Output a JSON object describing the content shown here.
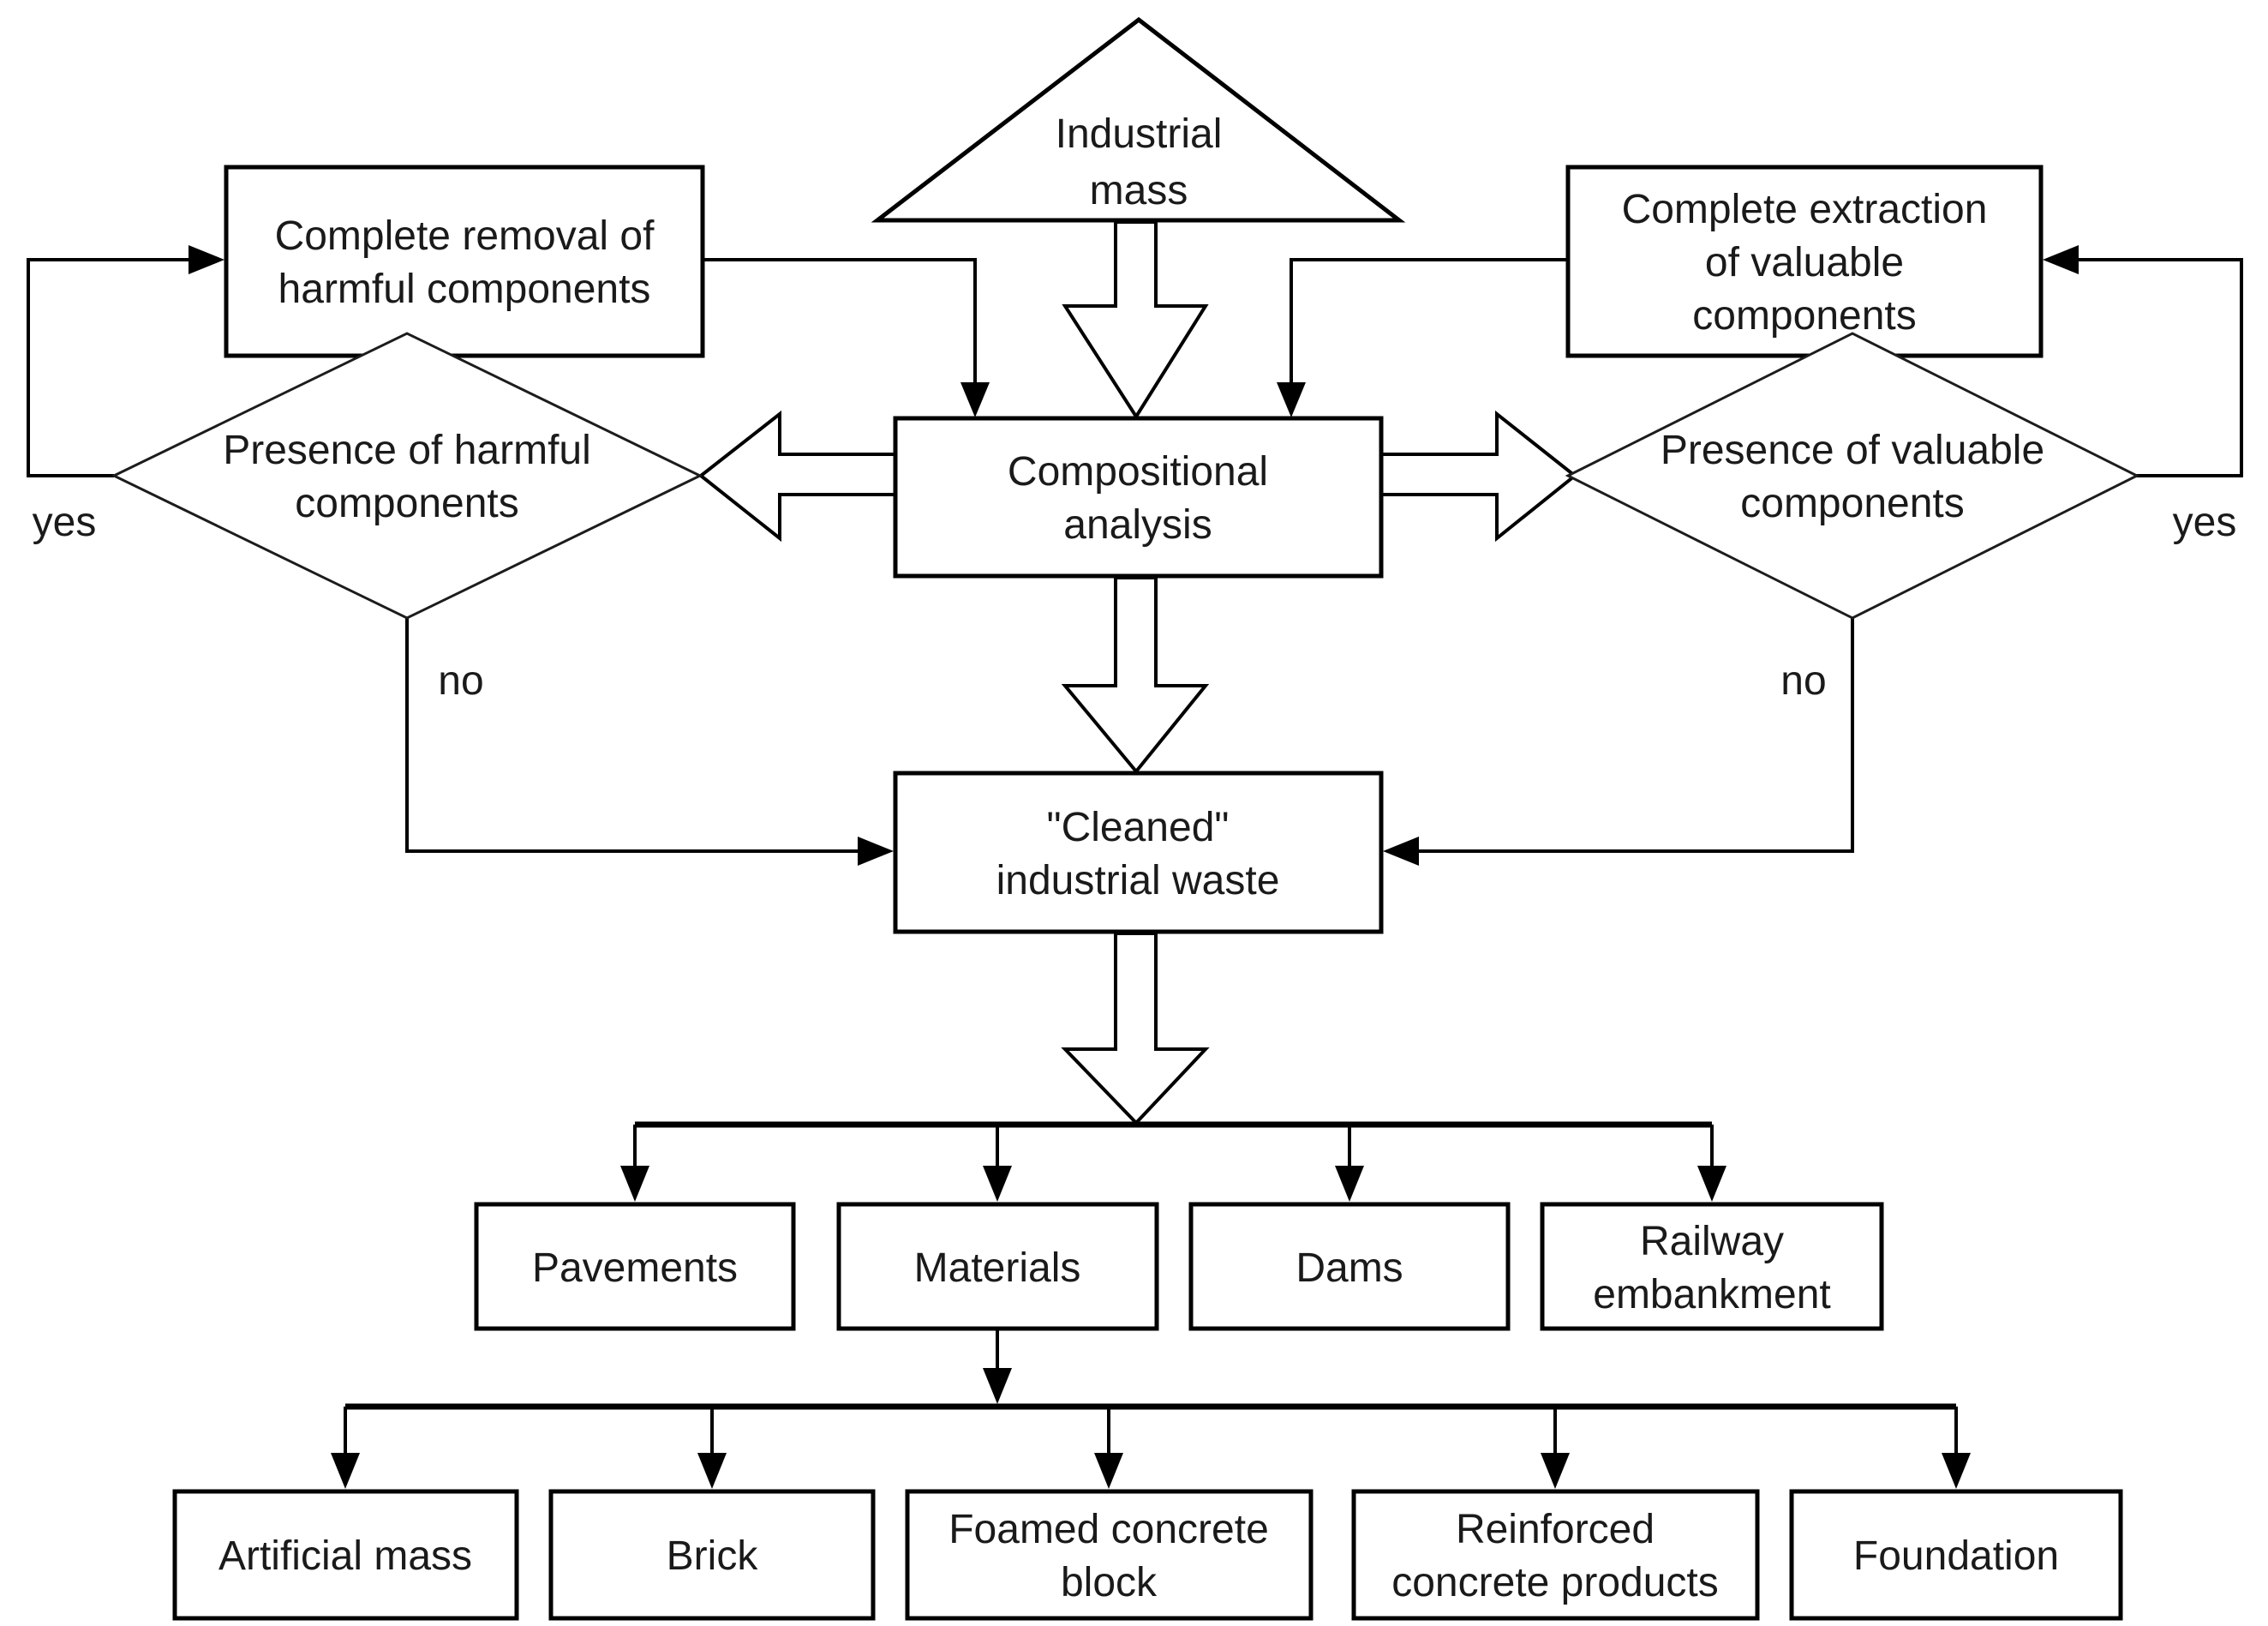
{
  "diagram": {
    "type": "flowchart",
    "background_color": "#ffffff",
    "line_color": "#000000",
    "node_fill_color": "#ffffff",
    "text_color": "#1a1a1a",
    "nodes": {
      "industrial_mass": {
        "shape": "triangle",
        "label": "Industrial mass",
        "lines": [
          "Industrial",
          "mass"
        ]
      },
      "complete_removal": {
        "shape": "rectangle",
        "label": "Complete removal of harmful components",
        "lines": [
          "Complete removal of",
          "harmful components"
        ]
      },
      "complete_extraction": {
        "shape": "rectangle",
        "label": "Complete extraction of valuable components",
        "lines": [
          "Complete extraction",
          "of valuable",
          "components"
        ]
      },
      "compositional_analysis": {
        "shape": "rectangle",
        "label": "Compositional analysis",
        "lines": [
          "Compositional",
          "analysis"
        ]
      },
      "presence_harmful": {
        "shape": "diamond",
        "label": "Presence of harmful components",
        "lines": [
          "Presence of harmful",
          "components"
        ]
      },
      "presence_valuable": {
        "shape": "diamond",
        "label": "Presence of valuable components",
        "lines": [
          "Presence of valuable",
          "components"
        ]
      },
      "cleaned_waste": {
        "shape": "rectangle",
        "label": "\"Cleaned\" industrial waste",
        "lines": [
          "\"Cleaned\"",
          "industrial waste"
        ]
      },
      "pavements": {
        "shape": "rectangle",
        "label": "Pavements",
        "lines": [
          "Pavements"
        ]
      },
      "materials": {
        "shape": "rectangle",
        "label": "Materials",
        "lines": [
          "Materials"
        ]
      },
      "dams": {
        "shape": "rectangle",
        "label": "Dams",
        "lines": [
          "Dams"
        ]
      },
      "railway_embankment": {
        "shape": "rectangle",
        "label": "Railway embankment",
        "lines": [
          "Railway",
          "embankment"
        ]
      },
      "artificial_mass": {
        "shape": "rectangle",
        "label": "Artificial mass",
        "lines": [
          "Artificial mass"
        ]
      },
      "brick": {
        "shape": "rectangle",
        "label": "Brick",
        "lines": [
          "Brick"
        ]
      },
      "foamed_concrete_block": {
        "shape": "rectangle",
        "label": "Foamed concrete block",
        "lines": [
          "Foamed concrete",
          "block"
        ]
      },
      "reinforced_concrete_products": {
        "shape": "rectangle",
        "label": "Reinforced concrete products",
        "lines": [
          "Reinforced",
          "concrete products"
        ]
      },
      "foundation": {
        "shape": "rectangle",
        "label": "Foundation",
        "lines": [
          "Foundation"
        ]
      }
    },
    "edge_labels": {
      "yes_left": "yes",
      "yes_right": "yes",
      "no_left": "no",
      "no_right": "no"
    }
  }
}
